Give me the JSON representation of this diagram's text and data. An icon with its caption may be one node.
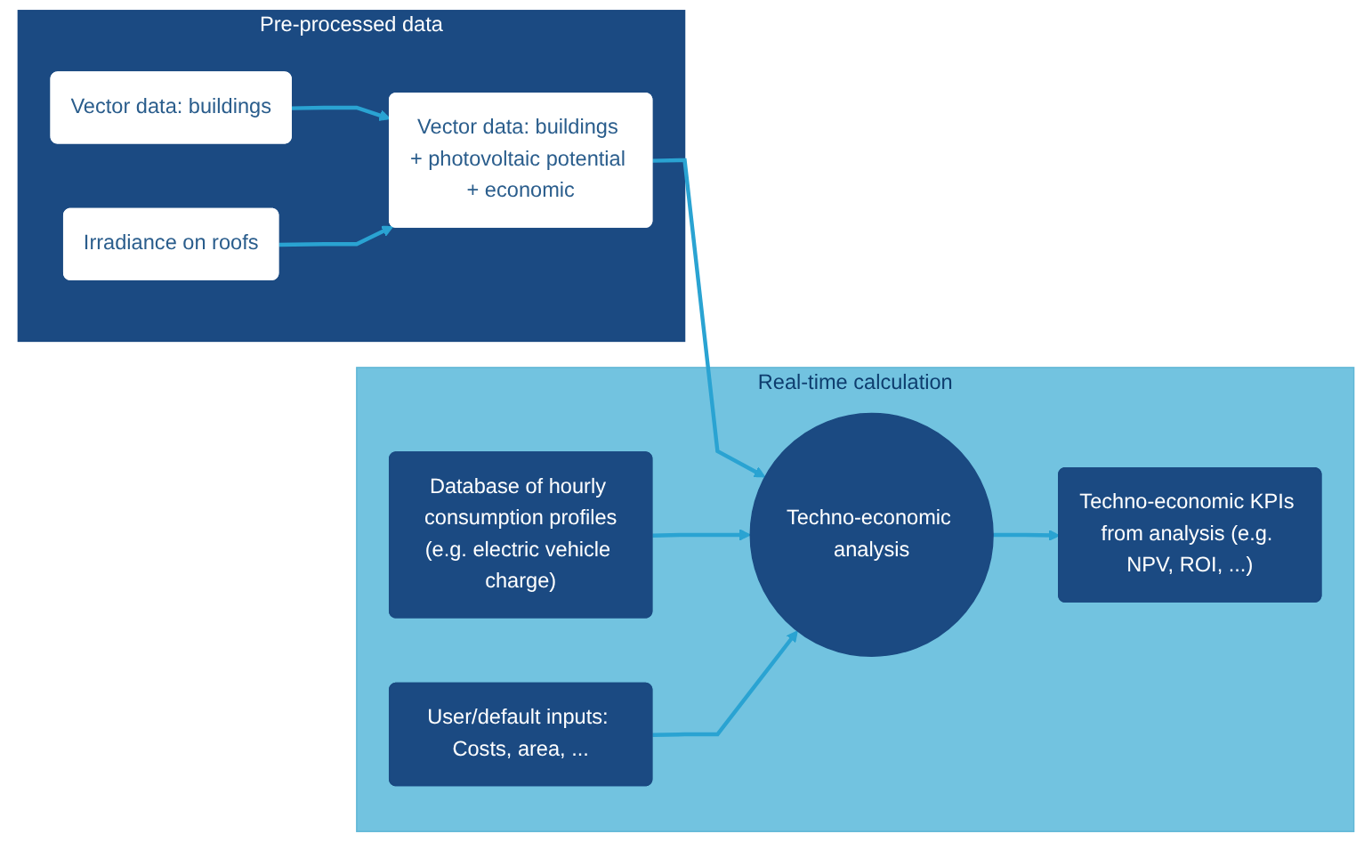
{
  "diagram": {
    "nodes": [
      {
        "text": [
          "Pre-processed data"
        ]
      },
      {
        "text": [
          "Vector data: buildings"
        ],
        "in": 0
      },
      {
        "text": [
          "Irradiance on roofs"
        ],
        "in": 0
      },
      {
        "text": [
          "Vector data: buildings + photovoltaic potential + economic"
        ],
        "in": 0
      },
      {
        "text": [
          "Real-time calculation"
        ]
      },
      {
        "text": [
          "Database of hourly consumption profiles",
          "(e.g. electric vehicle charge)"
        ],
        "in": 4
      },
      {
        "text": [
          "Techno-economic analysis"
        ],
        "in": 4
      },
      {
        "text": [
          "Techno-economic KPIs from analysis (e.g. NPV, ROI, ...)"
        ],
        "in": 4
      },
      {
        "text": [
          "User/default inputs: Costs, area, ..."
        ],
        "in": 4
      }
    ],
    "edges": [
      {
        "from": 1,
        "to": 3,
        "arrow": "to"
      },
      {
        "from": 2,
        "to": 3,
        "arrow": "to"
      },
      {
        "from": 3,
        "to": 6,
        "arrow": "to"
      },
      {
        "from": 5,
        "to": 6,
        "arrow": "to"
      },
      {
        "from": 8,
        "to": 6,
        "arrow": "to"
      },
      {
        "from": 6,
        "to": 7,
        "arrow": "to"
      }
    ]
  }
}
